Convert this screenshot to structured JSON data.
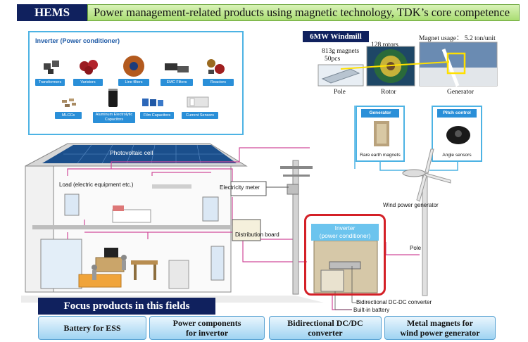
{
  "header": {
    "tag": "HEMS",
    "headline": "Power management-related products using magnetic technology, TDK’s core competence"
  },
  "inverter_panel": {
    "title": "Inverter (Power conditioner)",
    "items": [
      "Transformers",
      "Varistors",
      "Line filters",
      "EMC Filters",
      "Reactors",
      "MLCCs",
      "Aluminum Electrolytic Capacitors",
      "Film Capacitors",
      "Current Sensors"
    ]
  },
  "windmill": {
    "title": "6MW Windmill",
    "pole_note_1": "813g magnets",
    "pole_note_2": "50pcs",
    "rotor_note": "128 rotors",
    "magnet_usage": "Magnet usage： 5.2 ton/unit",
    "pole_label": "Pole",
    "rotor_label": "Rotor",
    "generator_label": "Generator"
  },
  "generator_box": {
    "header": "Generator",
    "label": "Rare earth magnets"
  },
  "pitch_box": {
    "header": "Pitch control",
    "label": "Angle sensors"
  },
  "house": {
    "photovoltaic": "Photovoltaic cell",
    "load": "Load (electric equipment etc.)",
    "meter": "Electricity meter",
    "distribution": "Distribution board"
  },
  "wind": {
    "generator_label": "Wind power generator",
    "pole_label": "Pole"
  },
  "inverter": {
    "line1": "Inverter",
    "line2": "(power conditioner)",
    "dcdc": "Bidirectional DC-DC converter",
    "battery": "Built-in battery"
  },
  "focus": {
    "title": "Focus products in this fields",
    "buttons": [
      {
        "line1": "Battery for ESS",
        "line2": ""
      },
      {
        "line1": "Power components",
        "line2": "for invertor"
      },
      {
        "line1": "Bidirectional DC/DC",
        "line2": "converter"
      },
      {
        "line1": "Metal magnets for",
        "line2": "wind power generator"
      }
    ]
  },
  "colors": {
    "navy": "#10215e",
    "accent_blue": "#2a8fd8",
    "frame_blue": "#4db3e4",
    "highlight_red": "#d42027",
    "wire_pink": "#d04a9a"
  }
}
